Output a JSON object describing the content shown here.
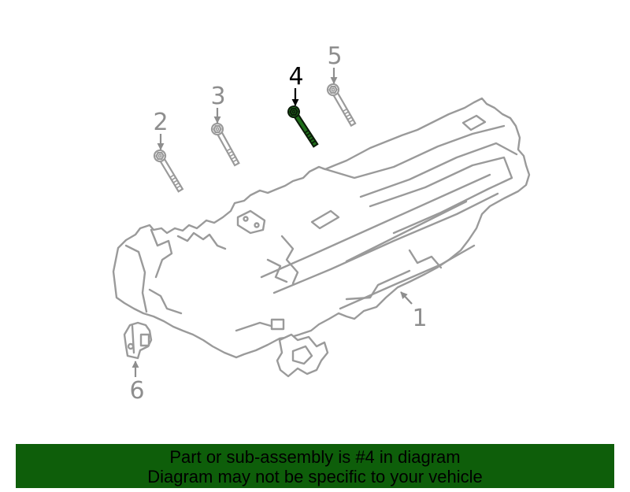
{
  "diagram": {
    "callouts": {
      "c1": "1",
      "c2": "2",
      "c3": "3",
      "c4": "4",
      "c5": "5",
      "c6": "6"
    },
    "highlighted_callout": "4"
  },
  "banner": {
    "line1": "Part or sub-assembly is #4 in diagram",
    "line2": "Diagram may not be specific to your vehicle"
  },
  "colors": {
    "banner_bg": "#0e5e0a",
    "highlight_part": "#1f6e1a",
    "line_art": "#9a9a9a",
    "callout_text": "#8e8e8e",
    "highlight_callout": "#000000"
  }
}
